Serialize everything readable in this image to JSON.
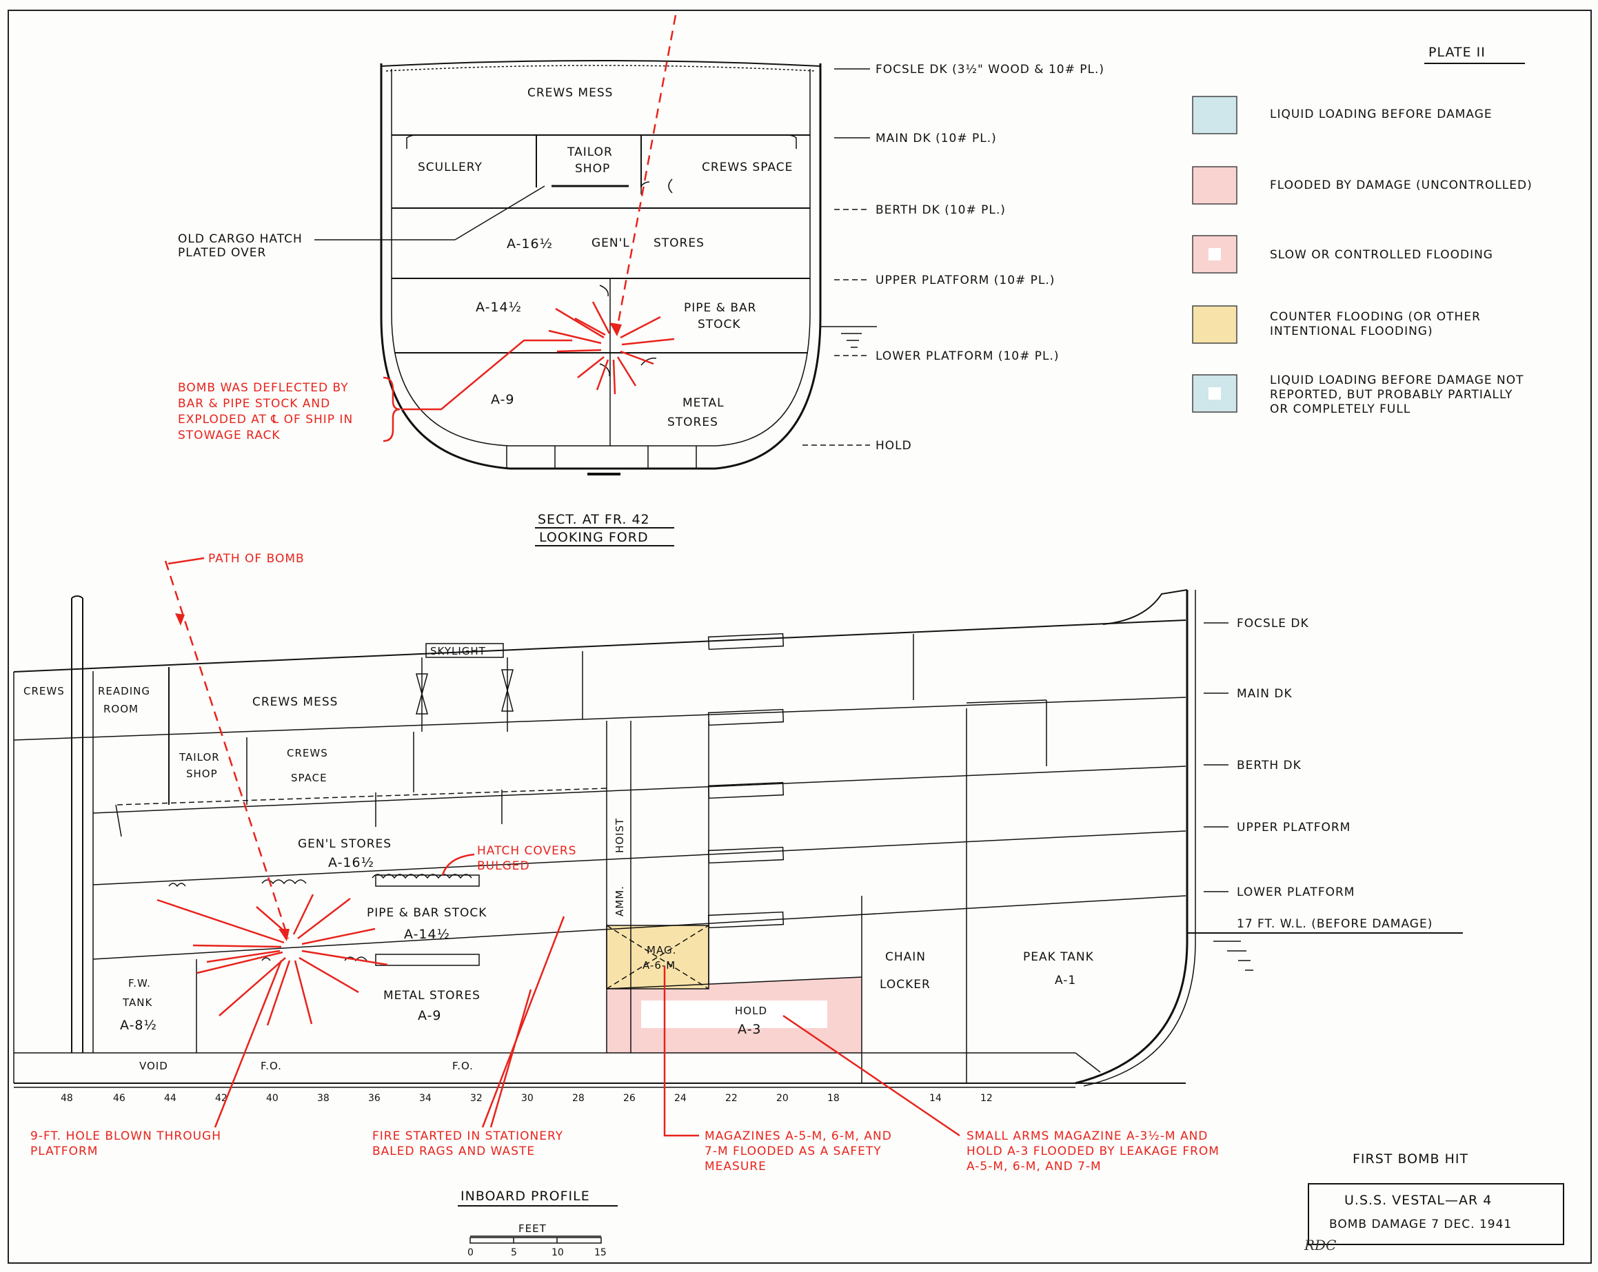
{
  "plate": "PLATE II",
  "legend": [
    {
      "id": "liquid",
      "label": [
        "LIQUID LOADING BEFORE DAMAGE"
      ],
      "color": "#cfe6ea",
      "inset": false
    },
    {
      "id": "flooded",
      "label": [
        "FLOODED BY DAMAGE (UNCONTROLLED)"
      ],
      "color": "#f9d3d0",
      "inset": false
    },
    {
      "id": "slow",
      "label": [
        "SLOW OR CONTROLLED FLOODING"
      ],
      "color": "#f9d3d0",
      "inset": true
    },
    {
      "id": "counter",
      "label": [
        "COUNTER FLOODING (OR OTHER",
        "INTENTIONAL FLOODING)"
      ],
      "color": "#f7e3a9",
      "inset": false
    },
    {
      "id": "notreported",
      "label": [
        "LIQUID LOADING BEFORE DAMAGE NOT",
        "REPORTED, BUT PROBABLY PARTIALLY",
        "OR COMPLETELY FULL"
      ],
      "color": "#cfe6ea",
      "inset": true
    }
  ],
  "section": {
    "title": "SECT. AT FR. 42",
    "subtitle": "LOOKING FORD",
    "decks": [
      "FOCSLE DK (3½\" WOOD & 10# PL.)",
      "MAIN DK (10# PL.)",
      "BERTH DK (10# PL.)",
      "UPPER PLATFORM (10# PL.)",
      "LOWER PLATFORM (10# PL.)",
      "HOLD"
    ],
    "compartments": {
      "crews_mess": "CREWS MESS",
      "scullery": "SCULLERY",
      "tailor_1": "TAILOR",
      "tailor_2": "SHOP",
      "crews_space": "CREWS SPACE",
      "a16": "A-16½",
      "genl": "GEN'L",
      "stores": "STORES",
      "a14": "A-14½",
      "pipe_1": "PIPE & BAR",
      "pipe_2": "STOCK",
      "a9": "A-9",
      "metal_1": "METAL",
      "metal_2": "STORES"
    },
    "old_hatch": [
      "OLD CARGO HATCH",
      "PLATED OVER"
    ],
    "bomb_note": [
      "BOMB WAS DEFLECTED BY",
      "BAR & PIPE STOCK AND",
      "EXPLODED AT ℄ OF SHIP IN",
      "STOWAGE RACK"
    ]
  },
  "profile": {
    "title": "INBOARD PROFILE",
    "decks": [
      "FOCSLE DK",
      "MAIN DK",
      "BERTH DK",
      "UPPER PLATFORM",
      "LOWER PLATFORM"
    ],
    "waterline": "17 FT. W.L. (BEFORE DAMAGE)",
    "path_of_bomb": "PATH OF BOMB",
    "skylight": "SKYLIGHT",
    "compartments": {
      "crews": "CREWS",
      "reading_1": "READING",
      "reading_2": "ROOM",
      "crews_mess": "CREWS MESS",
      "tailor_1": "TAILOR",
      "tailor_2": "SHOP",
      "crews_space_1": "CREWS",
      "crews_space_2": "SPACE",
      "genl_stores": "GEN'L STORES",
      "a16": "A-16½",
      "pipe": "PIPE & BAR STOCK",
      "a14": "A-14½",
      "fw_1": "F.W.",
      "fw_2": "TANK",
      "fw_3": "A-8½",
      "metal": "METAL STORES",
      "a9": "A-9",
      "void": "VOID",
      "fo_1": "F.O.",
      "fo_2": "F.O.",
      "hoist": "HOIST",
      "amm": "AMM.",
      "mag_1": "MAG.",
      "mag_2": "A-6-M",
      "hold_1": "HOLD",
      "hold_2": "A-3",
      "chain_1": "CHAIN",
      "chain_2": "LOCKER",
      "peak_1": "PEAK TANK",
      "peak_2": "A-1"
    },
    "hatch_note": [
      "HATCH COVERS",
      "BULGED"
    ],
    "frames": [
      "48",
      "46",
      "44",
      "42",
      "40",
      "38",
      "36",
      "34",
      "32",
      "30",
      "28",
      "26",
      "24",
      "22",
      "20",
      "18",
      "14",
      "12"
    ],
    "notes": {
      "hole": [
        "9-FT. HOLE BLOWN THROUGH",
        "PLATFORM"
      ],
      "fire": [
        "FIRE STARTED IN STATIONERY",
        "BALED RAGS AND WASTE"
      ],
      "magazines": [
        "MAGAZINES A-5-M, 6-M, AND",
        "7-M FLOODED AS A SAFETY",
        "MEASURE"
      ],
      "small_arms": [
        "SMALL ARMS MAGAZINE A-3½-M AND",
        "HOLD A-3 FLOODED BY LEAKAGE FROM",
        "A-5-M, 6-M, AND 7-M"
      ]
    },
    "scale": {
      "label": "FEET",
      "ticks": [
        "0",
        "5",
        "10",
        "15"
      ]
    }
  },
  "title_block": {
    "caption": "FIRST BOMB HIT",
    "line1": "U.S.S. VESTAL—AR 4",
    "line2": "BOMB DAMAGE 7 DEC. 1941",
    "initials": "RDC"
  }
}
